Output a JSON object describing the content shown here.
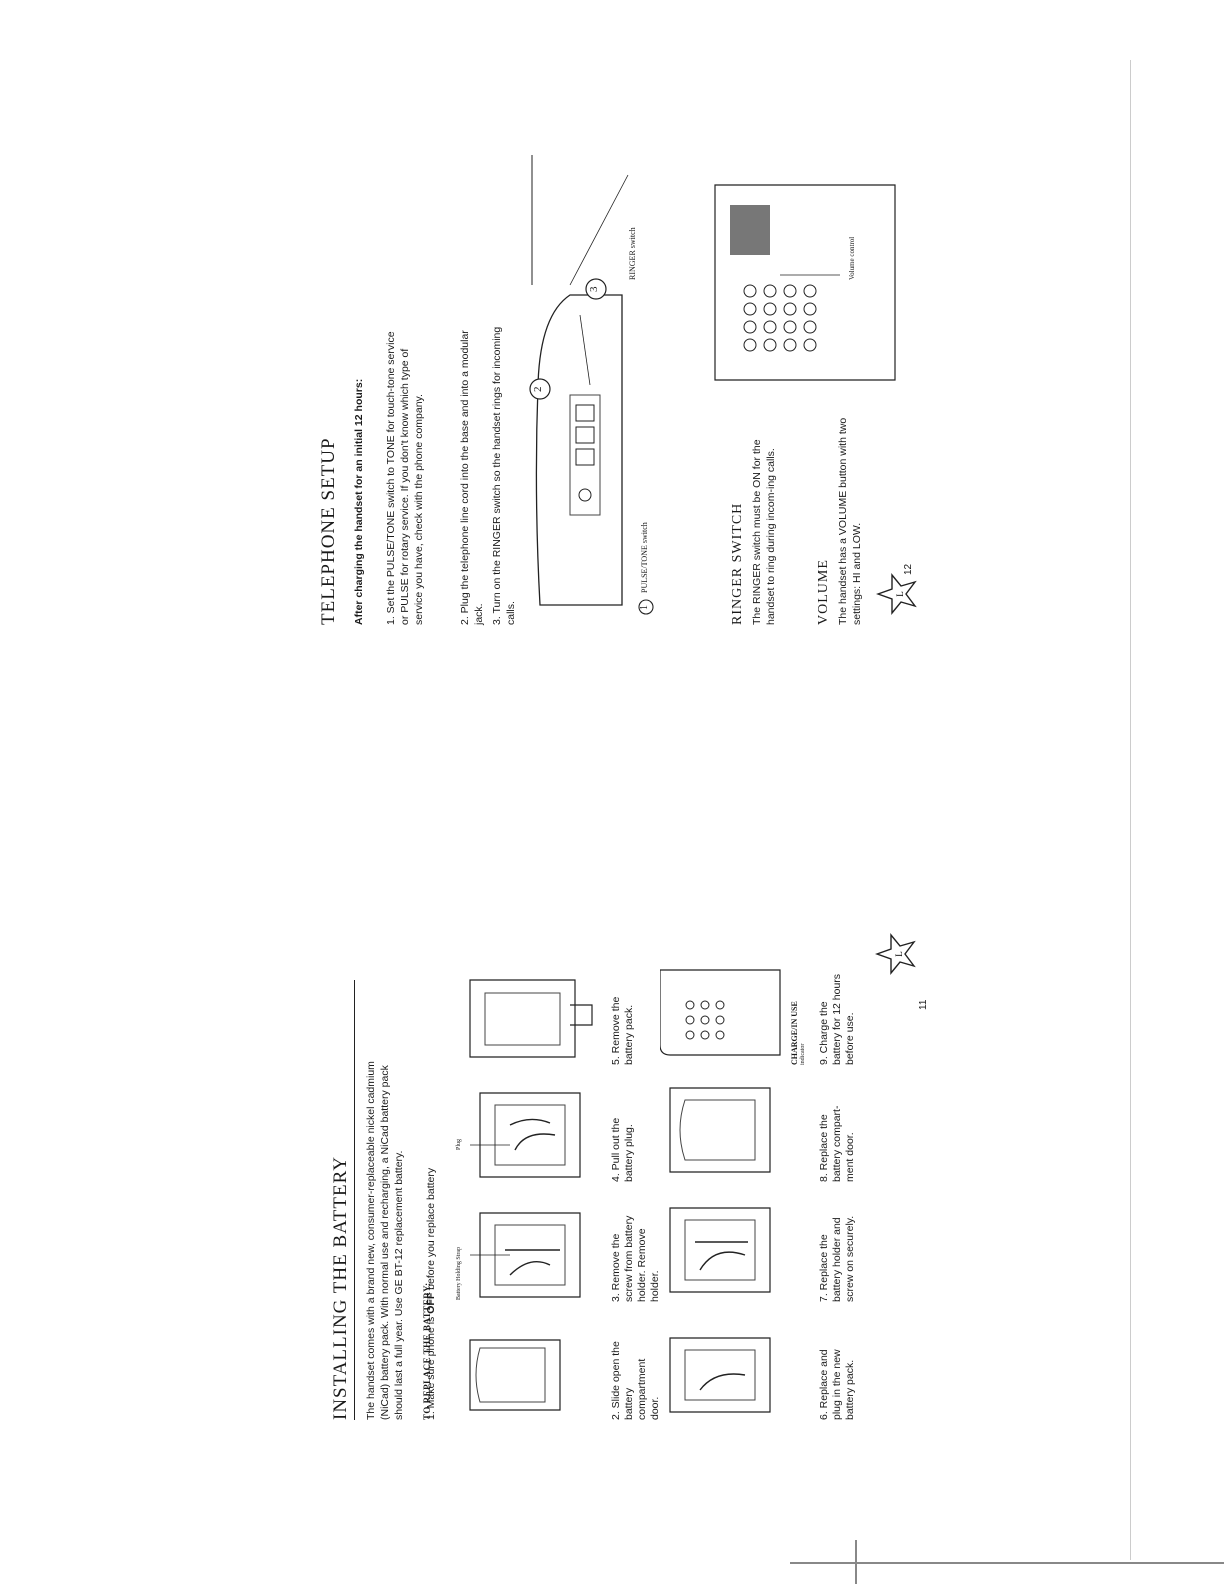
{
  "left_page": {
    "title": "INSTALLING THE BATTERY",
    "intro": "The handset comes with a brand new, consumer-replaceable nickel cadmium (NiCad) battery pack. With normal use and recharging, a NiCad battery pack should last a full year. Use GE BT-12 replacement battery.",
    "subhead": "TO REPLACE THE BATTERY:",
    "step1_prefix": "1. Make sure phone is ",
    "step1_bold": "OFF",
    "step1_suffix": " before you replace battery",
    "steps": [
      "2. Slide open the battery compartment door.",
      "3. Remove the screw from battery holder. Remove holder.",
      "4. Pull out the battery plug.",
      "5. Remove the battery pack.",
      "6. Replace and plug in the new battery pack.",
      "7. Replace the battery holder and screw on securely.",
      "8. Replace the battery compart-ment door.",
      "9. Charge the battery for 12 hours before use."
    ],
    "label_strap": "Battery Holding Strap",
    "label_plug": "Plug",
    "label_charge": "CHARGE/IN USE",
    "label_indicator": "indicator",
    "page_number": "11"
  },
  "right_page": {
    "title": "TELEPHONE SETUP",
    "lead": "After charging the handset for an initial 12 hours:",
    "steps": [
      "1. Set the PULSE/TONE switch to TONE for touch-tone service or PULSE for rotary service. If you don't know which type of service you have, check with the phone company.",
      "2. Plug the telephone line cord into the base and into a modular jack.",
      "3. Turn on the RINGER switch so the handset rings for incoming calls."
    ],
    "callout_1": "1",
    "callout_2": "2",
    "callout_3": "3",
    "label_pulse": "PULSE/TONE switch",
    "label_ringer": "RINGER switch",
    "ringer_title": "RINGER SWITCH",
    "ringer_text": "The RINGER switch must be ON for the handset to ring during incom-ing calls.",
    "volume_title": "VOLUME",
    "volume_text": "The handset has a VOLUME button with two settings: HI and LOW.",
    "label_volume": "Volume control",
    "page_number": "12"
  }
}
